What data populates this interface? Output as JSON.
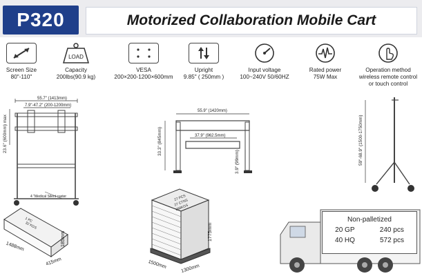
{
  "header": {
    "model": "P320",
    "title": "Motorized Collaboration Mobile Cart"
  },
  "specs": [
    {
      "icon": "diagonal-arrow-icon",
      "label": "Screen Size",
      "value": "80\"-110\""
    },
    {
      "icon": "load-weight-icon",
      "icon_text": "LOAD",
      "label": "Capacity",
      "value": "200lbs(90.9 kg)"
    },
    {
      "icon": "vesa-holes-icon",
      "label": "VESA",
      "value": "200×200-1200×600mm"
    },
    {
      "icon": "upright-arrows-icon",
      "label": "Upright",
      "value": "9.85\" ( 250mm )"
    },
    {
      "icon": "gauge-icon",
      "label": "Input voltage",
      "value": "100~240V 50/60HZ"
    },
    {
      "icon": "power-wave-icon",
      "label": "Rated power",
      "value": "75W Max"
    },
    {
      "icon": "touch-hand-icon",
      "label": "Operation method",
      "value": "wireless remote control",
      "value2": "or touch control"
    }
  ],
  "front_view": {
    "width": "55.7\" (1413mm)",
    "vesa_range": "7.9\"-47.2\" (200-1200mm)",
    "height": "23.6\" (600mm) max",
    "caster": "4 \"Medical Silent caster"
  },
  "top_view": {
    "width": "55.9\" (1420mm)",
    "shelf": "37.9\" (962.5mm)",
    "depth": "33.3\" (845mm)",
    "shelf_height": "3.9\" (99mm)"
  },
  "side_view": {
    "height": "59\"-68.9\" (1500-1750mm)"
  },
  "package": {
    "count": "1 PC",
    "weight": "32 KGS",
    "length": "1488mm",
    "depth": "415mm",
    "height": "185mm"
  },
  "pallet": {
    "pcs": "27 PCS",
    "ctns": "27 CTNS",
    "weight": "898KGS",
    "height": "1775mm",
    "length": "1500mm",
    "width": "1300mm"
  },
  "shipping": {
    "title": "Non-palletized",
    "rows": [
      {
        "container": "20 GP",
        "qty": "240 pcs"
      },
      {
        "container": "40 HQ",
        "qty": "572 pcs"
      }
    ]
  }
}
